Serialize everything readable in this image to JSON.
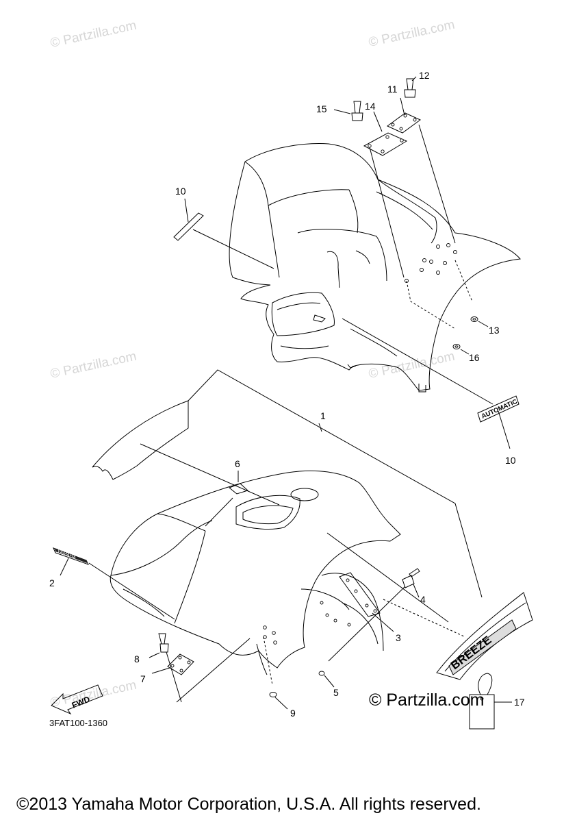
{
  "watermarks": {
    "small": "© Partzilla.com",
    "large": "© Partzilla.com"
  },
  "callouts": {
    "c1": "1",
    "c2": "2",
    "c3": "3",
    "c4": "4",
    "c5": "5",
    "c6": "6",
    "c7": "7",
    "c8": "8",
    "c9": "9",
    "c10a": "10",
    "c10b": "10",
    "c11": "11",
    "c12": "12",
    "c13": "13",
    "c14": "14",
    "c15": "15",
    "c16": "16",
    "c17": "17"
  },
  "decals": {
    "automatic": "AUTOMATIC",
    "yamaha": "YAMAHA",
    "breeze": "BREEZE",
    "fwd": "FWD"
  },
  "diagram_code": "3FAT100-1360",
  "copyright": "©2013 Yamaha Motor Corporation, U.S.A. All rights reserved."
}
